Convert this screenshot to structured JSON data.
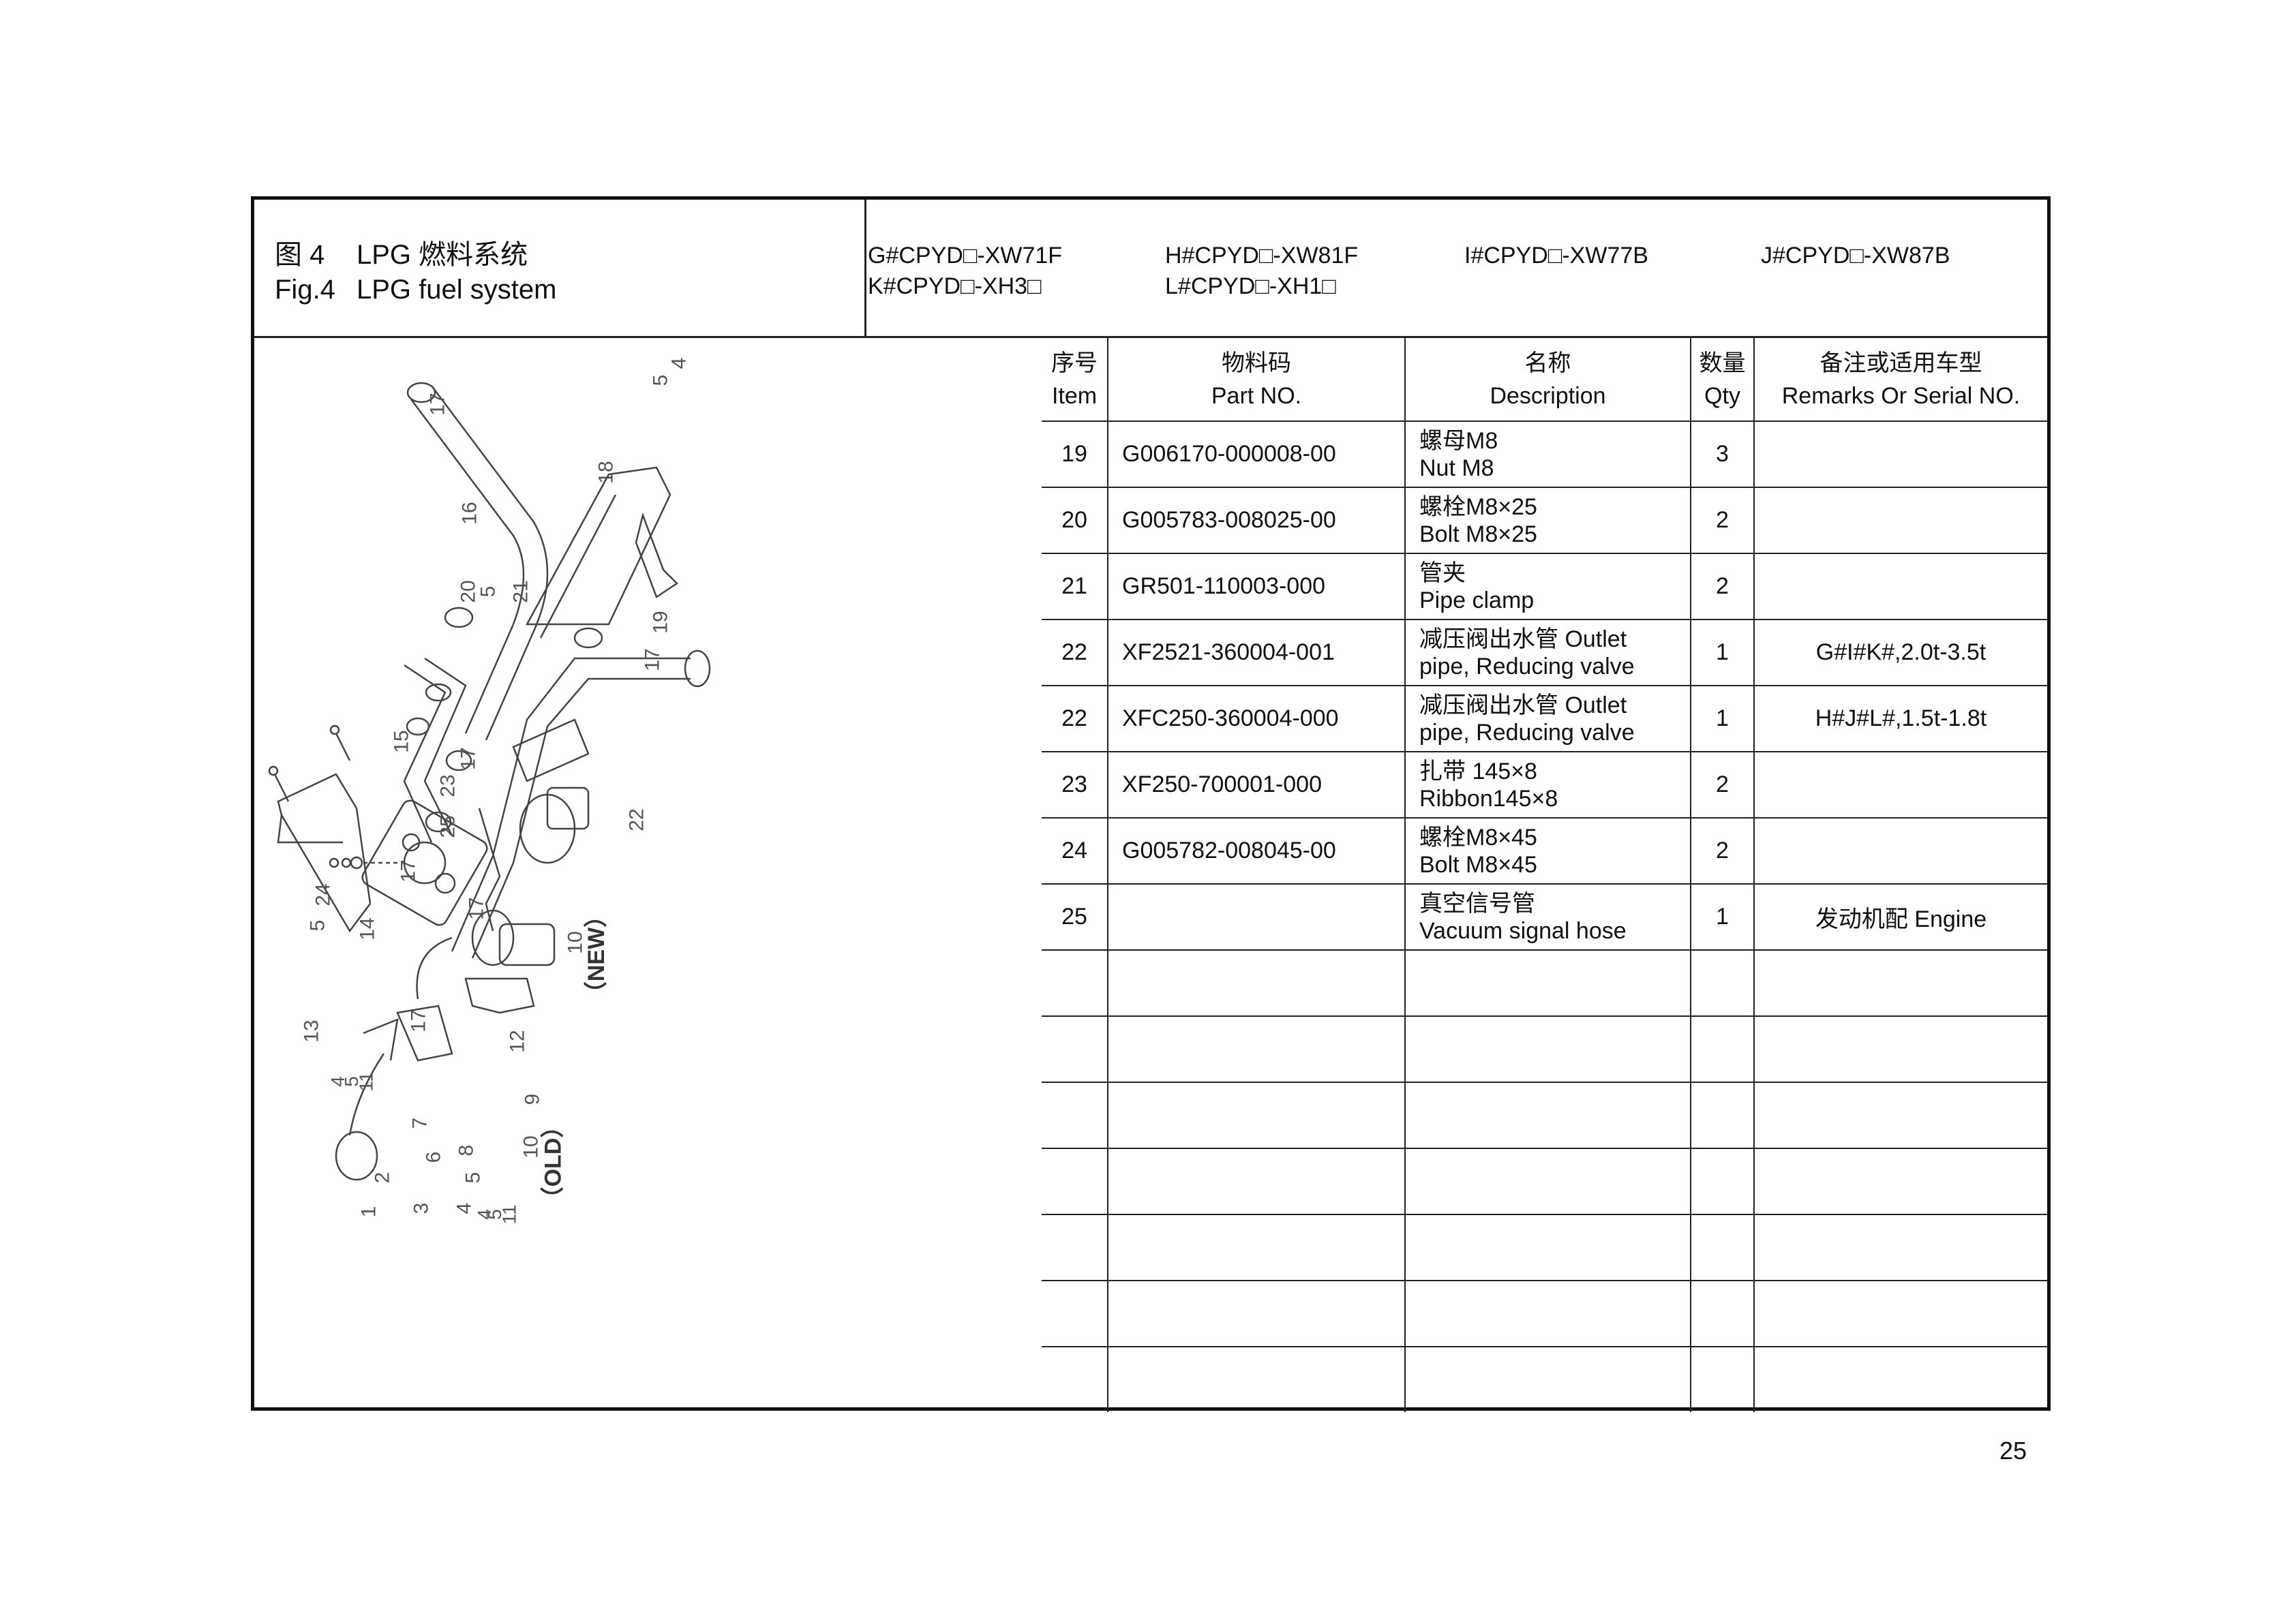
{
  "header": {
    "title_cn_num": "图 4",
    "title_cn": "LPG 燃料系统",
    "title_en_num": "Fig.4",
    "title_en": "LPG fuel system",
    "models": [
      "G#CPYD□-XW71F",
      "H#CPYD□-XW81F",
      "I#CPYD□-XW77B",
      "J#CPYD□-XW87B",
      "K#CPYD□-XH3□",
      "L#CPYD□-XH1□"
    ]
  },
  "diagram": {
    "description": "Exploded view of LPG fuel system",
    "callouts": [
      "1",
      "2",
      "3",
      "4",
      "5",
      "6",
      "7",
      "8",
      "9",
      "10",
      "11",
      "12",
      "13",
      "14",
      "15",
      "16",
      "17",
      "18",
      "19",
      "20",
      "21",
      "22",
      "23",
      "24",
      "25"
    ],
    "variant_labels": {
      "new": "（NEW）",
      "old": "（OLD）"
    }
  },
  "table": {
    "headers": [
      {
        "cn": "序号",
        "en": "Item"
      },
      {
        "cn": "物料码",
        "en": "Part NO."
      },
      {
        "cn": "名称",
        "en": "Description"
      },
      {
        "cn": "数量",
        "en": "Qty"
      },
      {
        "cn": "备注或适用车型",
        "en": "Remarks Or Serial NO."
      }
    ],
    "rows": [
      {
        "item": "19",
        "part": "G006170-000008-00",
        "desc1": "螺母M8",
        "desc2": "Nut M8",
        "qty": "3",
        "remarks": ""
      },
      {
        "item": "20",
        "part": "G005783-008025-00",
        "desc1": "螺栓M8×25",
        "desc2": "Bolt M8×25",
        "qty": "2",
        "remarks": ""
      },
      {
        "item": "21",
        "part": "GR501-110003-000",
        "desc1": "管夹",
        "desc2": "Pipe clamp",
        "qty": "2",
        "remarks": ""
      },
      {
        "item": "22",
        "part": "XF2521-360004-001",
        "desc1": "减压阀出水管  Outlet",
        "desc2": "pipe, Reducing valve",
        "qty": "1",
        "remarks": "G#I#K#,2.0t-3.5t"
      },
      {
        "item": "22",
        "part": "XFC250-360004-000",
        "desc1": "减压阀出水管  Outlet",
        "desc2": "pipe, Reducing valve",
        "qty": "1",
        "remarks": "H#J#L#,1.5t-1.8t"
      },
      {
        "item": "23",
        "part": "XF250-700001-000",
        "desc1": "扎带 145×8",
        "desc2": "Ribbon145×8",
        "qty": "2",
        "remarks": ""
      },
      {
        "item": "24",
        "part": "G005782-008045-00",
        "desc1": "螺栓M8×45",
        "desc2": "Bolt M8×45",
        "qty": "2",
        "remarks": ""
      },
      {
        "item": "25",
        "part": "",
        "desc1": "真空信号管",
        "desc2": "Vacuum signal hose",
        "qty": "1",
        "remarks": "发动机配 Engine"
      }
    ],
    "empty_rows": 7
  },
  "footer": {
    "page_number": "25"
  }
}
